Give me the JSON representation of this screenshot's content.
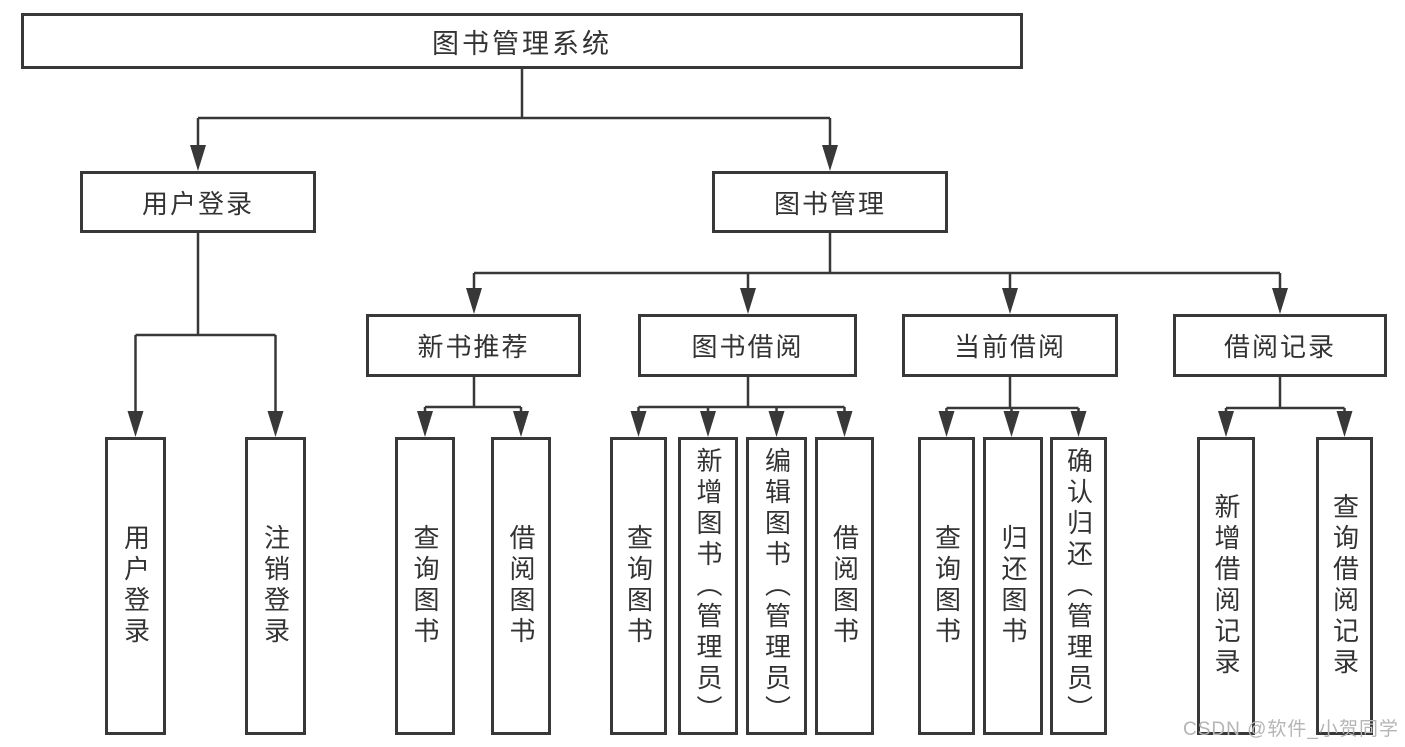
{
  "diagram": {
    "title": "图书管理系统",
    "tree": {
      "label": "图书管理系统",
      "children": [
        {
          "label": "用户登录",
          "children": [
            {
              "label": "用户登录"
            },
            {
              "label": "注销登录"
            }
          ]
        },
        {
          "label": "图书管理",
          "children": [
            {
              "label": "新书推荐",
              "children": [
                {
                  "label": "查询图书"
                },
                {
                  "label": "借阅图书"
                }
              ]
            },
            {
              "label": "图书借阅",
              "children": [
                {
                  "label": "查询图书"
                },
                {
                  "label": "新增图书（管理员）"
                },
                {
                  "label": "编辑图书（管理员）"
                },
                {
                  "label": "借阅图书"
                }
              ]
            },
            {
              "label": "当前借阅",
              "children": [
                {
                  "label": "查询图书"
                },
                {
                  "label": "归还图书"
                },
                {
                  "label": "确认归还（管理员）"
                }
              ]
            },
            {
              "label": "借阅记录",
              "children": [
                {
                  "label": "新增借阅记录"
                },
                {
                  "label": "查询借阅记录"
                }
              ]
            }
          ]
        }
      ]
    }
  },
  "watermark": "CSDN @软件_小贺同学",
  "colors": {
    "line": "#383838",
    "box_border": "#383838",
    "text": "#333333",
    "watermark": "#b5b5b5",
    "background": "#ffffff"
  }
}
